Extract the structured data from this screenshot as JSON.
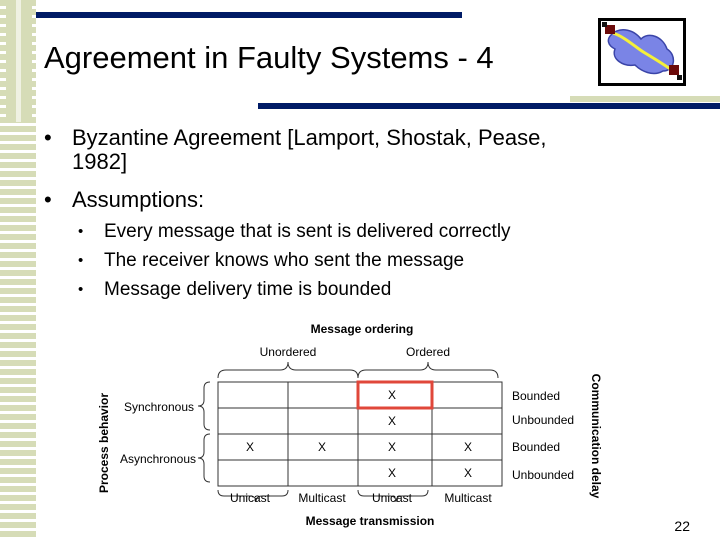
{
  "slide": {
    "title": "Agreement in Faulty Systems - 4",
    "page_number": "22"
  },
  "bullets": [
    {
      "text_line1": "Byzantine Agreement [Lamport, Shostak, Pease,",
      "text_line2": "1982]"
    },
    {
      "text_line1": "Assumptions:"
    }
  ],
  "sub_bullets": [
    "Every message that is sent is delivered correctly",
    "The receiver knows who sent the message",
    "Message delivery time is bounded"
  ],
  "bullet_glyph": "•",
  "diagram": {
    "top_title": "Message ordering",
    "ordering": [
      "Unordered",
      "Ordered"
    ],
    "y_axis_label": "Process behavior",
    "behaviors": [
      "Synchronous",
      "Asynchronous"
    ],
    "right_axis_label": "Communication delay",
    "delays": [
      "Bounded",
      "Unbounded",
      "Bounded",
      "Unbounded"
    ],
    "columns": [
      "Unicast",
      "Multicast",
      "Unicast",
      "Multicast"
    ],
    "bottom_title": "Message transmission",
    "mark": "X",
    "grid": [
      [
        "",
        "",
        "X",
        ""
      ],
      [
        "",
        "",
        "X",
        ""
      ],
      [
        "X",
        "X",
        "X",
        "X"
      ],
      [
        "",
        "",
        "X",
        "X"
      ]
    ],
    "highlight_color": "#e0473a"
  },
  "colors": {
    "accent_bar": "#001b66",
    "stripe": "#d6dcb7"
  }
}
